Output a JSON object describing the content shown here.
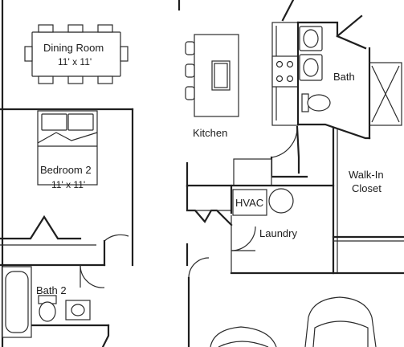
{
  "rooms": {
    "dining": {
      "label": "Dining Room",
      "dims": "11' x 11'"
    },
    "kitchen": {
      "label": "Kitchen"
    },
    "bedroom2": {
      "label": "Bedroom 2",
      "dims": "11' x 11'"
    },
    "bath": {
      "label": "Bath"
    },
    "walkin": {
      "line1": "Walk-In",
      "line2": "Closet"
    },
    "hvac": {
      "label": "HVAC"
    },
    "laundry": {
      "label": "Laundry"
    },
    "bath2": {
      "label": "Bath 2"
    }
  },
  "colors": {
    "line": "#1f1f1f",
    "background": "#ffffff"
  },
  "icons": [
    "dining-table-icon",
    "kitchen-island-icon",
    "stove-icon",
    "sink-icon",
    "toilet-icon",
    "bed-icon",
    "bathtub-icon",
    "door-swing-icon",
    "car-icon"
  ]
}
